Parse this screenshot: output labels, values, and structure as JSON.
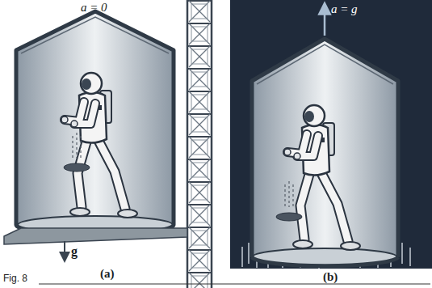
{
  "diagram": {
    "caption": "Fig. 8",
    "labels": [
      "a = 0",
      "g",
      "(a)",
      "a = g",
      "(b)"
    ]
  }
}
